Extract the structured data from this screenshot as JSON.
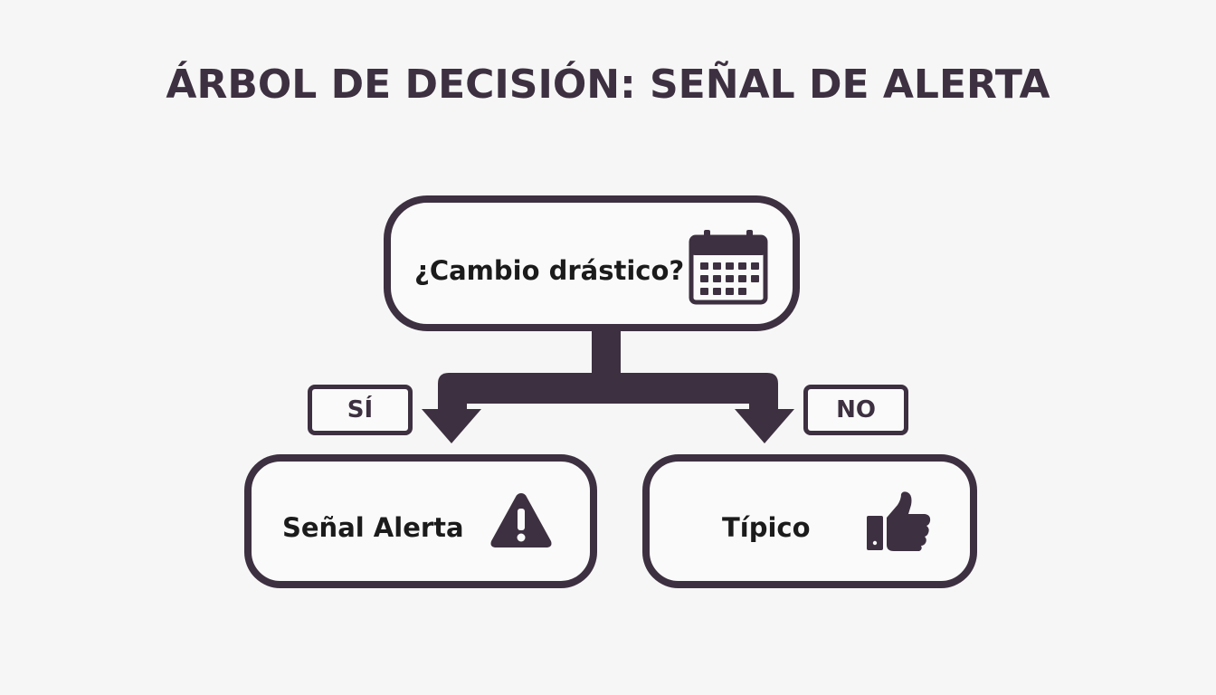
{
  "title": "ÁRBOL DE DECISIÓN: SEÑAL DE ALERTA",
  "colors": {
    "stroke": "#3d3040",
    "text": "#1b1b1b",
    "background": "#f6f6f6"
  },
  "root": {
    "label": "¿Cambio drástico?",
    "icon": "calendar-icon"
  },
  "branches": [
    {
      "edge_label": "SÍ",
      "node_label": "Señal Alerta",
      "icon": "warning-icon"
    },
    {
      "edge_label": "NO",
      "node_label": "Típico",
      "icon": "thumbs-up-icon"
    }
  ]
}
